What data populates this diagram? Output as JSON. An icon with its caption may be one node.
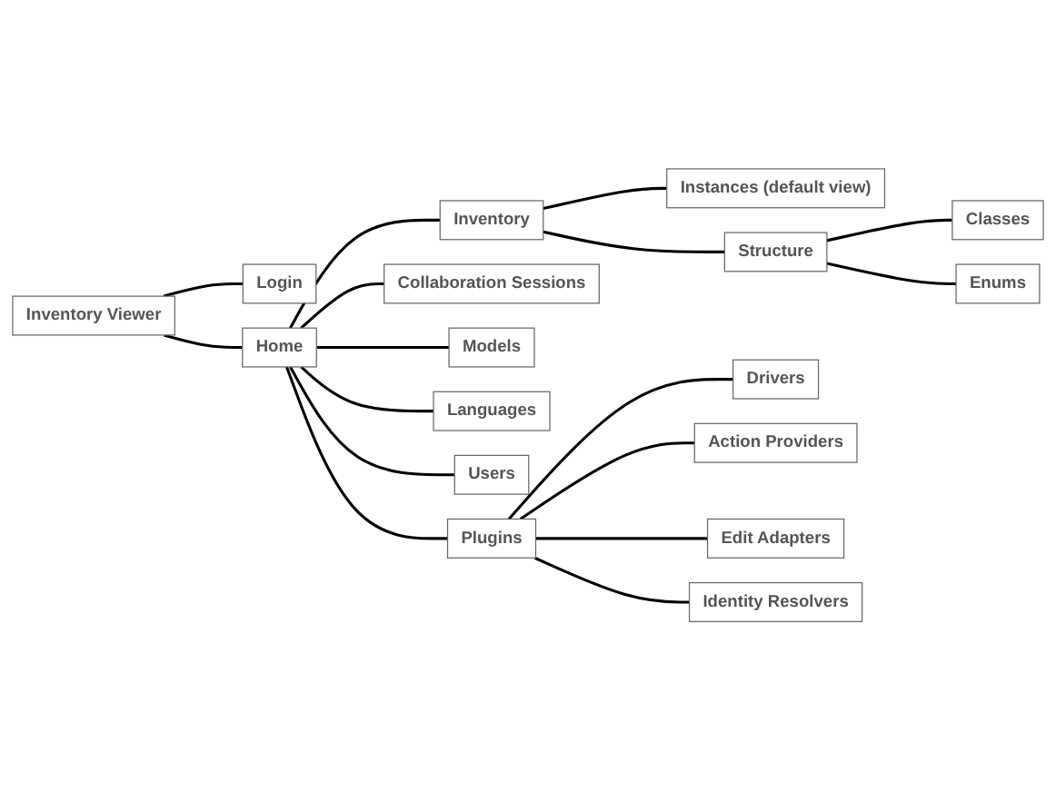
{
  "diagram": {
    "nodes": [
      {
        "text": [
          "Inventory Viewer"
        ]
      },
      {
        "text": [
          "Login"
        ]
      },
      {
        "text": [
          "Home"
        ]
      },
      {
        "text": [
          "Inventory"
        ]
      },
      {
        "text": [
          "Instances (default view)"
        ]
      },
      {
        "text": [
          "Structure"
        ]
      },
      {
        "text": [
          "Classes"
        ]
      },
      {
        "text": [
          "Enums"
        ]
      },
      {
        "text": [
          "Collaboration Sessions"
        ]
      },
      {
        "text": [
          "Models"
        ]
      },
      {
        "text": [
          "Languages"
        ]
      },
      {
        "text": [
          "Users"
        ]
      },
      {
        "text": [
          "Plugins"
        ]
      },
      {
        "text": [
          "Drivers"
        ]
      },
      {
        "text": [
          "Action Providers"
        ]
      },
      {
        "text": [
          "Edit Adapters"
        ]
      },
      {
        "text": [
          "Identity Resolvers"
        ]
      }
    ],
    "edges": [
      {
        "from": 0,
        "to": 1,
        "arrow": "none"
      },
      {
        "from": 0,
        "to": 2,
        "arrow": "none"
      },
      {
        "from": 2,
        "to": 3,
        "arrow": "none"
      },
      {
        "from": 3,
        "to": 4,
        "arrow": "none"
      },
      {
        "from": 3,
        "to": 5,
        "arrow": "none"
      },
      {
        "from": 5,
        "to": 6,
        "arrow": "none"
      },
      {
        "from": 5,
        "to": 7,
        "arrow": "none"
      },
      {
        "from": 2,
        "to": 8,
        "arrow": "none"
      },
      {
        "from": 2,
        "to": 9,
        "arrow": "none"
      },
      {
        "from": 2,
        "to": 10,
        "arrow": "none"
      },
      {
        "from": 2,
        "to": 11,
        "arrow": "none"
      },
      {
        "from": 2,
        "to": 12,
        "arrow": "none"
      },
      {
        "from": 12,
        "to": 13,
        "arrow": "none"
      },
      {
        "from": 12,
        "to": 14,
        "arrow": "none"
      },
      {
        "from": 12,
        "to": 15,
        "arrow": "none"
      },
      {
        "from": 12,
        "to": 16,
        "arrow": "none"
      }
    ]
  }
}
